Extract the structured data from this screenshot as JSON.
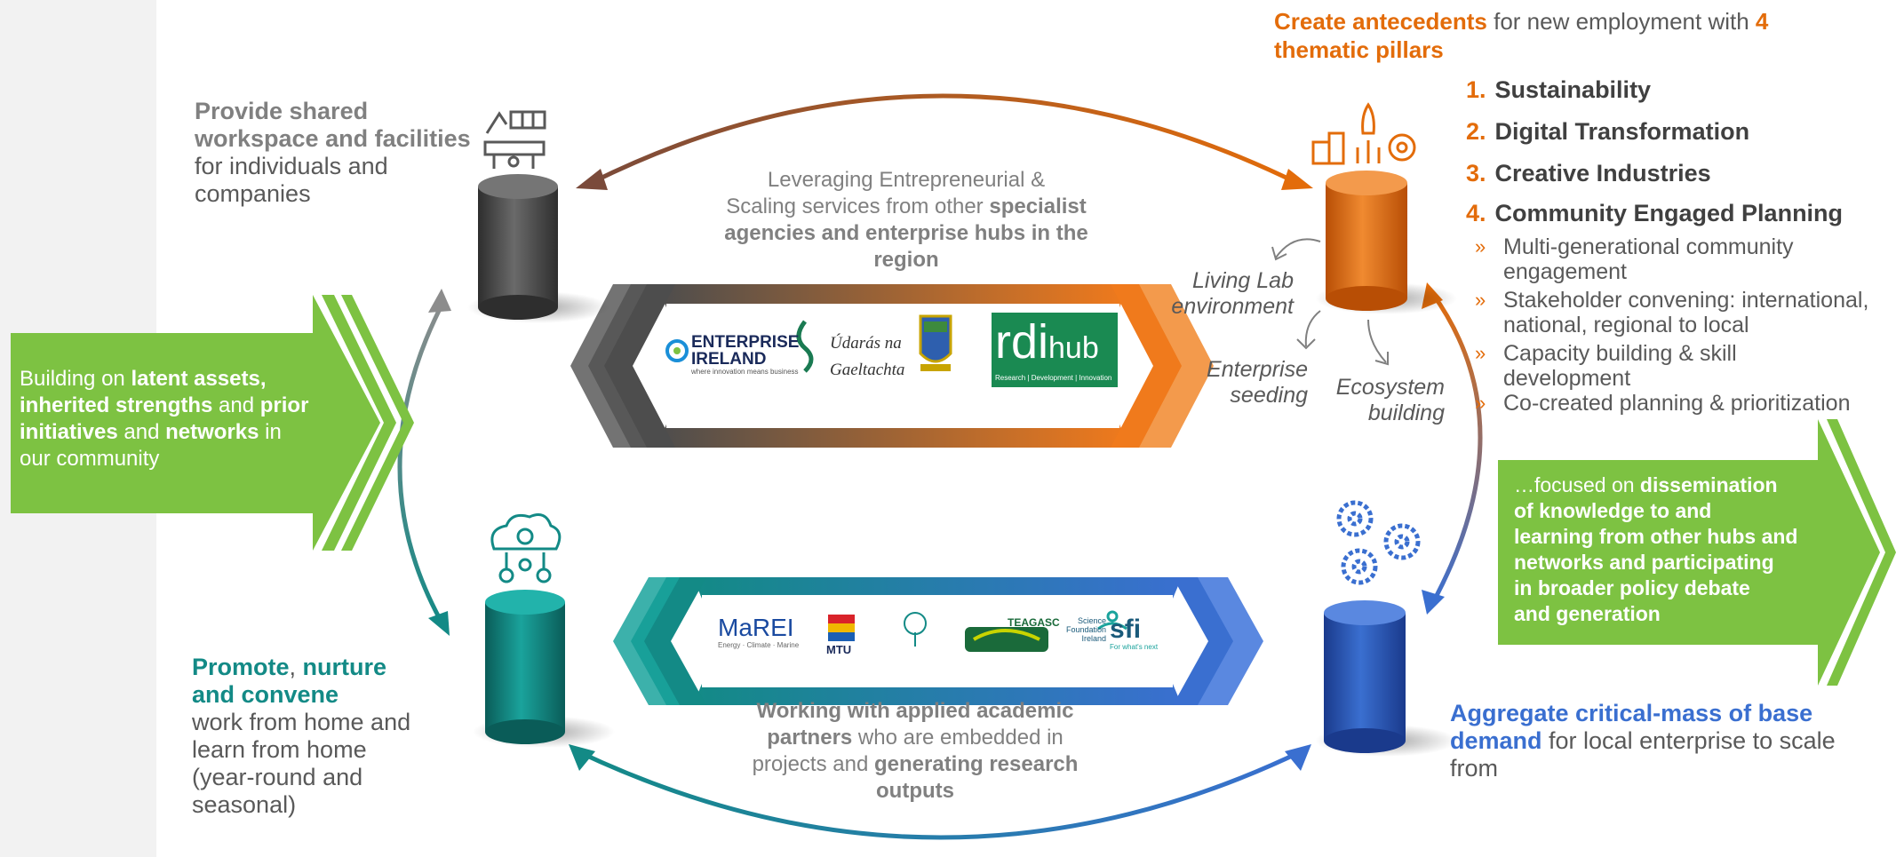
{
  "shared_workspace": {
    "bold1": "Provide shared",
    "bold2": "workspace and facilities",
    "rest1": "for individuals and",
    "rest2": "companies"
  },
  "antecedents": {
    "bold": "Create antecedents",
    "mid": " for new employment with ",
    "num": "4",
    "line2": "thematic pillars"
  },
  "pillars": [
    {
      "num": "1.",
      "label": "Sustainability"
    },
    {
      "num": "2.",
      "label": "Digital Transformation"
    },
    {
      "num": "3.",
      "label": "Creative Industries"
    },
    {
      "num": "4.",
      "label": "Community Engaged Planning"
    }
  ],
  "sub_points": [
    {
      "l1": "Multi-generational community",
      "l2": "engagement"
    },
    {
      "l1": "Stakeholder convening: international,",
      "l2": "national, regional to local"
    },
    {
      "l1": "Capacity building & skill",
      "l2": "development"
    },
    {
      "l1": "Co-created planning & prioritization",
      "l2": ""
    }
  ],
  "leveraging": {
    "l1": "Leveraging Entrepreneurial &",
    "l2a": "Scaling services from other ",
    "l2b": "specialist",
    "l3": "agencies and enterprise hubs in the",
    "l4": "region"
  },
  "living_lab": {
    "l1": "Living Lab",
    "l2": "environment"
  },
  "enterprise_seeding": {
    "l1": "Enterprise",
    "l2": "seeding"
  },
  "ecosystem_building": {
    "l1": "Ecosystem",
    "l2": "building"
  },
  "building_on": {
    "w1": "Building on ",
    "b1": "latent assets,",
    "b2": "inherited strengths",
    "w2": " and ",
    "b3": "prior",
    "b4": "initiatives",
    "w3": " and ",
    "b5": "networks",
    "w4": " in",
    "w5": "our community"
  },
  "focused": {
    "w1": "…focused on ",
    "b1": "dissemination",
    "b2": "of  knowledge to and",
    "b3": "learning from other hubs and",
    "b4": "networks and participating",
    "b5": "in broader policy debate",
    "b6": "and generation"
  },
  "promote": {
    "b1": "Promote",
    "sep": ", ",
    "b2": "nurture",
    "b3": "and convene",
    "r1": "work from home and",
    "r2": "learn from home",
    "r3": "(year-round and",
    "r4": "seasonal)"
  },
  "academic": {
    "b1": "Working with applied academic",
    "b2": "partners",
    "r1": " who are embedded in",
    "r2": "projects and ",
    "b3": "generating research",
    "b4": "outputs"
  },
  "aggregate": {
    "b1": "Aggregate critical-mass of base",
    "b2": "demand",
    "r1": " for local enterprise to scale",
    "r2": "from"
  },
  "logos_top": {
    "enterprise_ireland_1": "ENTERPRISE",
    "enterprise_ireland_2": "IRELAND",
    "enterprise_ireland_tag": "where innovation means business",
    "udaras_1": "Údarás na",
    "udaras_2": "Gaeltachta",
    "rdi_1": "rdi",
    "rdi_2": "hub",
    "rdi_tag": "Research | Development | Innovation"
  },
  "logos_bottom": {
    "marei": "MaREI",
    "marei_tag": "Energy · Climate · Marine",
    "mtu": "MTU",
    "teagasc": "TEAGASC",
    "sfi_1": "Science",
    "sfi_2": "Foundation",
    "sfi_3": "Ireland",
    "sfi_logo": "sfi",
    "sfi_tag": "For what's next"
  },
  "colors": {
    "orange": "#e36c0a",
    "green": "#7dc242",
    "teal": "#138a86",
    "blue": "#2f5bb7",
    "dark": "#4d4d4d"
  }
}
